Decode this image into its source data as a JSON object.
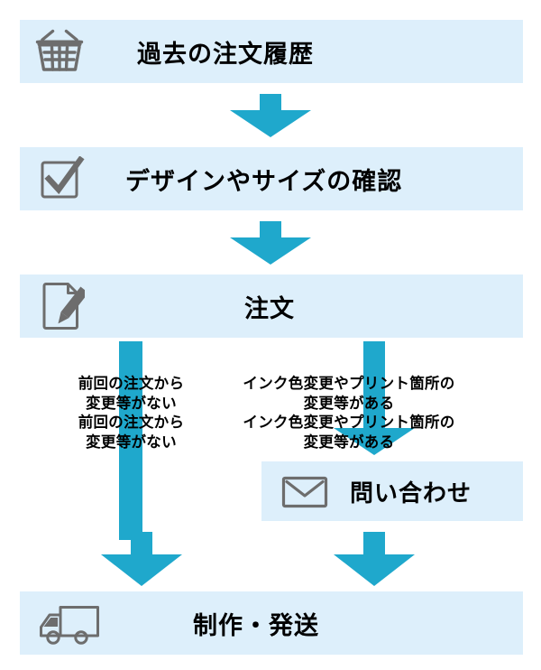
{
  "diagram": {
    "type": "flowchart",
    "title_text": "",
    "colors": {
      "box_background": "#ddeffb",
      "arrow": "#1fa8cc",
      "icon": "#6d6d6d",
      "text": "#000000",
      "label_outline": "#ffffff",
      "page_background": "#ffffff"
    },
    "nodes": [
      {
        "id": "history",
        "label": "過去の注文履歴",
        "icon": "shopping-basket-icon"
      },
      {
        "id": "confirm",
        "label": "デザインやサイズの確認",
        "icon": "checkbox-checked-icon"
      },
      {
        "id": "order",
        "label": "注文",
        "icon": "document-pencil-icon"
      },
      {
        "id": "inquiry",
        "label": "問い合わせ",
        "icon": "envelope-icon"
      },
      {
        "id": "ship",
        "label": "制作・発送",
        "icon": "delivery-truck-icon"
      }
    ],
    "branch_labels": [
      {
        "id": "no-change",
        "line1": "前回の注文から",
        "line2": "変更等がない",
        "text": "前回の注文から\n変更等がない"
      },
      {
        "id": "change",
        "line1": "インク色変更やプリント箇所の",
        "line2": "変更等がある",
        "text": "インク色変更やプリント箇所の\n変更等がある"
      }
    ],
    "connectors": [
      {
        "id": "history-to-confirm",
        "from": "history",
        "to": "confirm",
        "icon": "arrow-down-icon"
      },
      {
        "id": "confirm-to-order",
        "from": "confirm",
        "to": "order",
        "icon": "arrow-down-icon"
      },
      {
        "id": "order-to-ship",
        "from": "order",
        "to": "ship",
        "icon": "arrow-down-long-icon",
        "label_id": "no-change"
      },
      {
        "id": "order-to-inquiry",
        "from": "order",
        "to": "inquiry",
        "icon": "arrow-down-icon",
        "label_id": "change"
      },
      {
        "id": "inquiry-to-ship",
        "from": "inquiry",
        "to": "ship",
        "icon": "arrow-down-icon"
      }
    ]
  }
}
